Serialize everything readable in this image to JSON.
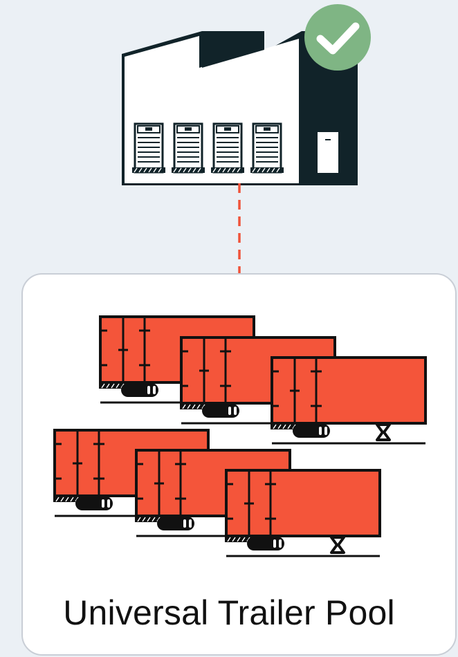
{
  "pool": {
    "label": "Universal Trailer Pool"
  },
  "warehouse": {
    "icon": "warehouse-icon",
    "status_icon": "checkmark-icon",
    "status_color": "#7fb584",
    "dock_count": 4
  },
  "connector": {
    "style": "dashed",
    "color": "#f0533a"
  },
  "trailers": {
    "icon": "trailer-icon",
    "count": 6,
    "color": "#f4553a",
    "outline": "#111111"
  }
}
